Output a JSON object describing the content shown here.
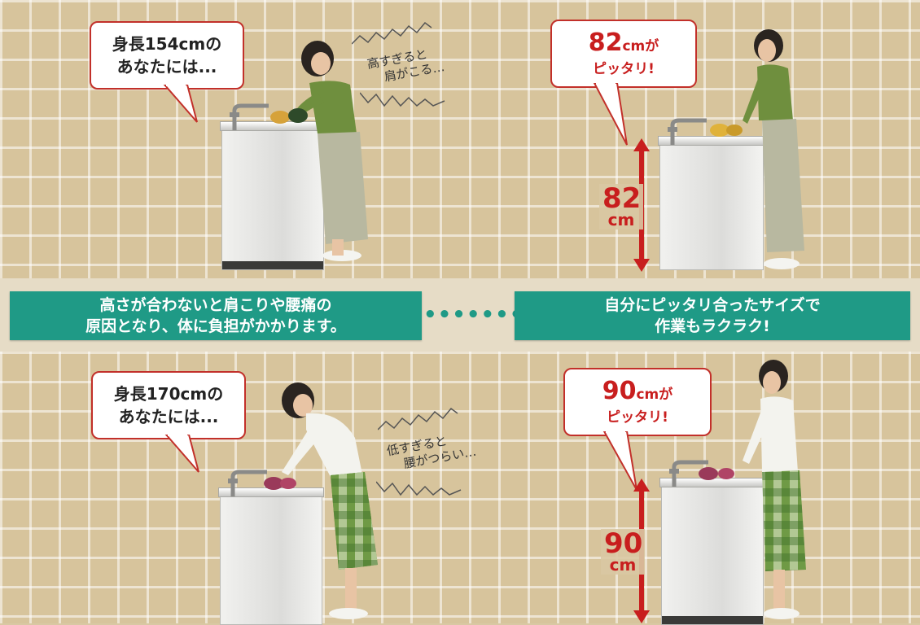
{
  "top_left": {
    "bubble_line1": "身長154cmの",
    "bubble_line2": "あなたには...",
    "remark_line1": "高すぎると",
    "remark_line2": "肩がこる…"
  },
  "top_right": {
    "bubble_big": "82",
    "bubble_unit": "cmが",
    "bubble_sub": "ピッタリ!",
    "measure_num": "82",
    "measure_unit": "cm"
  },
  "banner_left": {
    "line1": "高さが合わないと肩こりや腰痛の",
    "line2": "原因となり、体に負担がかかります。"
  },
  "banner_right": {
    "line1": "自分にピッタリ合ったサイズで",
    "line2": "作業もラクラク!"
  },
  "dots": "•••••••••",
  "bottom_left": {
    "bubble_line1": "身長170cmの",
    "bubble_line2": "あなたには...",
    "remark_line1": "低すぎると",
    "remark_line2": "腰がつらい…"
  },
  "bottom_right": {
    "bubble_big": "90",
    "bubble_unit": "cmが",
    "bubble_sub": "ピッタリ!",
    "measure_num": "90",
    "measure_unit": "cm"
  },
  "colors": {
    "accent_red": "#c81e1e",
    "banner_teal": "#1f9a86",
    "tile": "#d7c49c"
  }
}
